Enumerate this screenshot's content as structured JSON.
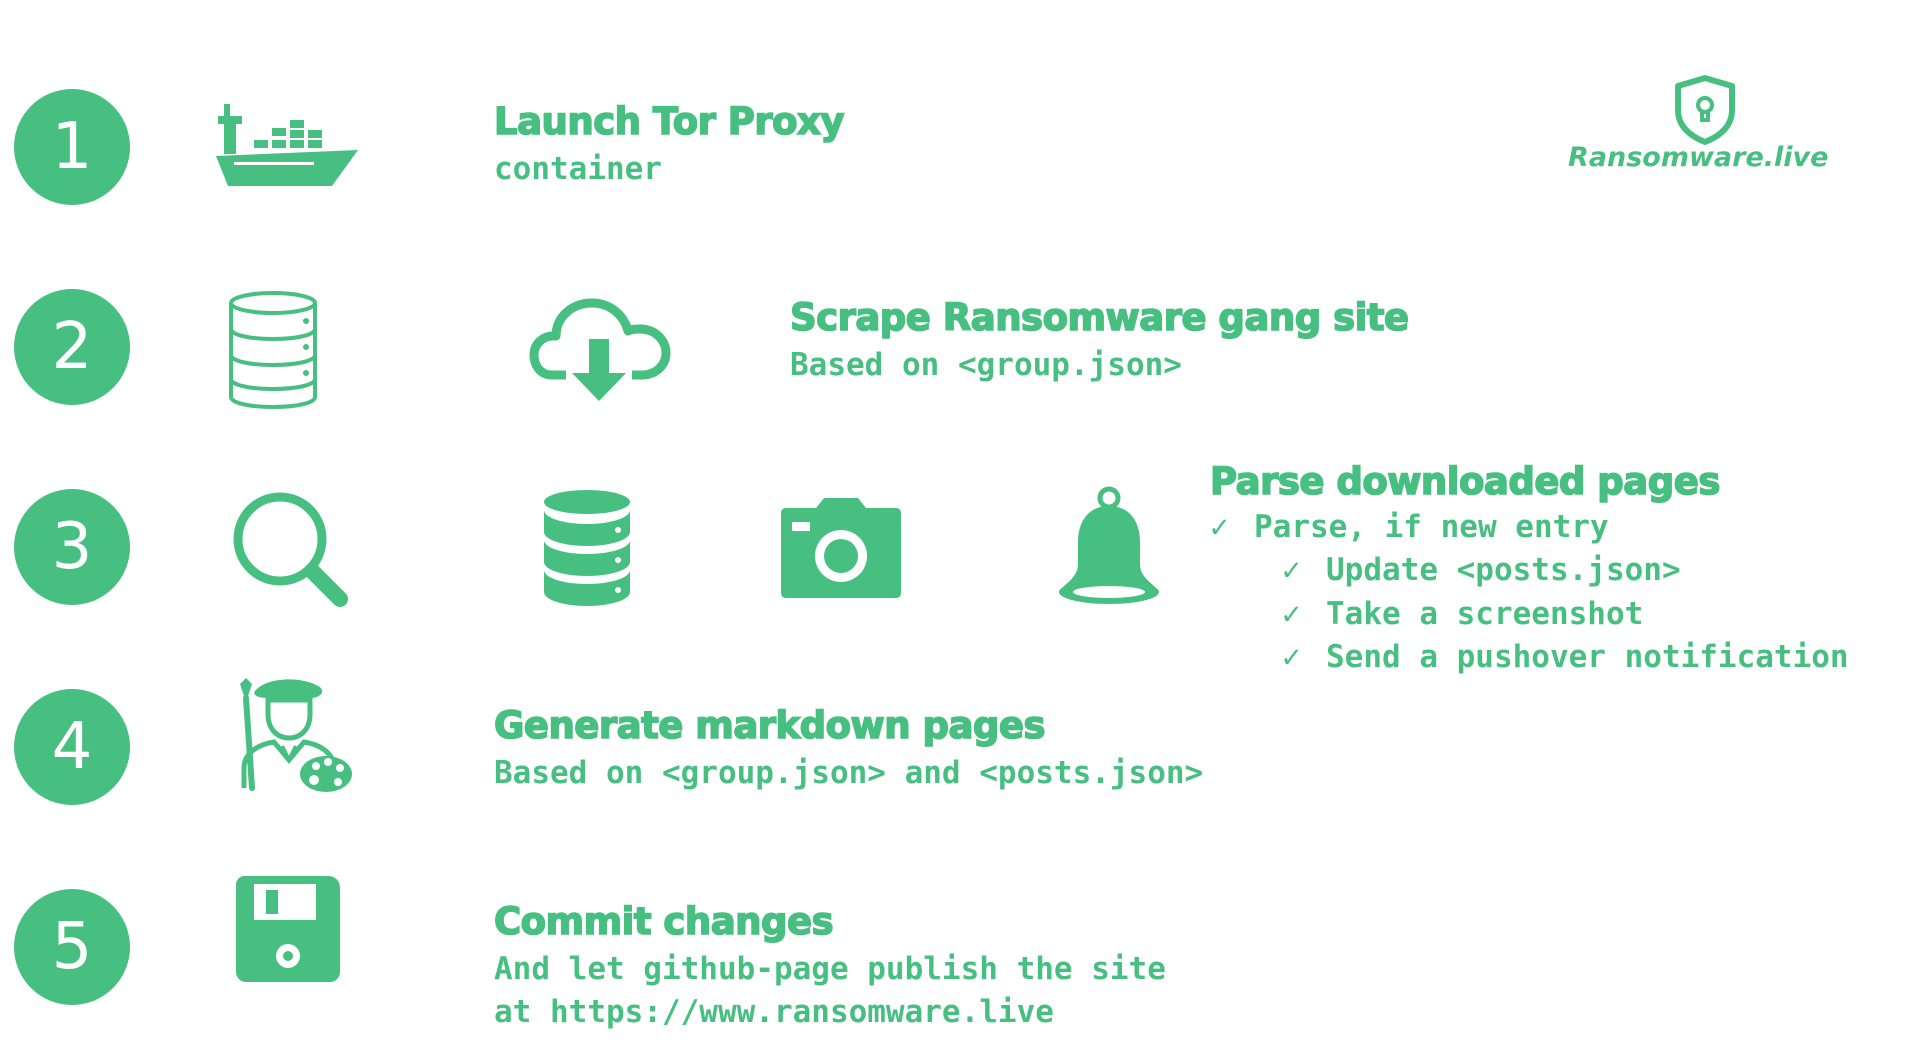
{
  "brand": {
    "name": "Ransomware.live",
    "color": "#47bf81"
  },
  "steps": [
    {
      "number": "1",
      "title": "Launch Tor Proxy",
      "lines": [
        "container"
      ],
      "icons": [
        "ship-icon"
      ]
    },
    {
      "number": "2",
      "title": "Scrape Ransomware gang site",
      "lines": [
        "Based on <group.json>"
      ],
      "icons": [
        "database-outline-icon",
        "cloud-download-icon"
      ]
    },
    {
      "number": "3",
      "title": "Parse downloaded pages",
      "checks": [
        "Parse, if new entry",
        "Update <posts.json>",
        "Take a screenshot",
        "Send a pushover notification"
      ],
      "icons": [
        "search-icon",
        "database-icon",
        "camera-icon",
        "bell-icon"
      ]
    },
    {
      "number": "4",
      "title": "Generate markdown pages",
      "lines": [
        "Based on <group.json> and <posts.json>"
      ],
      "icons": [
        "artist-icon"
      ]
    },
    {
      "number": "5",
      "title": "Commit changes",
      "lines": [
        "And let github-page publish the site",
        "at https://www.ransomware.live"
      ],
      "icons": [
        "floppy-disk-icon"
      ]
    }
  ],
  "check_glyph": "✓"
}
